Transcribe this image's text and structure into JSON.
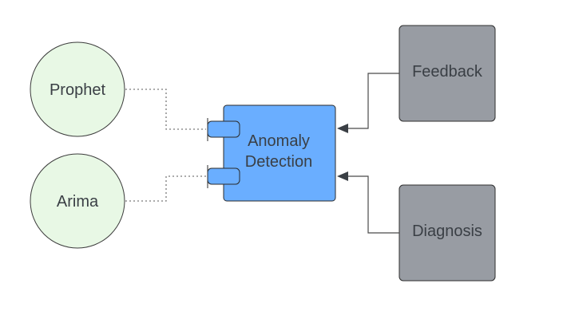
{
  "nodes": {
    "prophet": {
      "label": "Prophet"
    },
    "arima": {
      "label": "Arima"
    },
    "anomaly_detection": {
      "label_line1": "Anomaly",
      "label_line2": "Detection"
    },
    "feedback": {
      "label": "Feedback"
    },
    "diagnosis": {
      "label": "Diagnosis"
    }
  },
  "colors": {
    "circle_fill": "#e8f8e5",
    "circle_stroke": "#3b3b3b",
    "component_fill": "#6aaeff",
    "component_stroke": "#2b2b2b",
    "gray_fill": "#989ca3",
    "gray_stroke": "#2f2f2f",
    "connector": "#4a4a4a",
    "dotted": "#7a7a7a"
  }
}
